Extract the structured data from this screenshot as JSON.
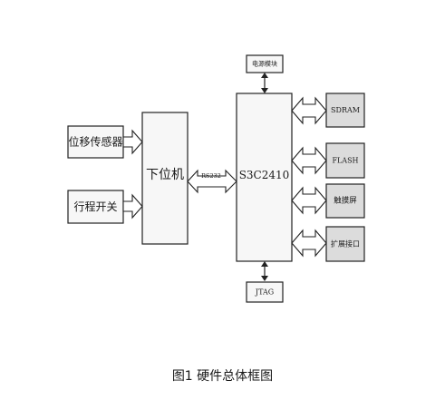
{
  "diagram": {
    "nodes": {
      "power": {
        "label": "电源模块"
      },
      "cpu": {
        "label": "S3C2410"
      },
      "jtag": {
        "label": "JTAG"
      },
      "lower": {
        "label": "下位机"
      },
      "pos_sensor": {
        "label": "位移传感器"
      },
      "limit_switch": {
        "label": "行程开关"
      },
      "sdram": {
        "label": "SDRAM"
      },
      "flash": {
        "label": "FLASH"
      },
      "touch": {
        "label": "触摸屏"
      },
      "ext": {
        "label": "扩展接口"
      }
    },
    "links": {
      "rs232": {
        "label": "RS232"
      }
    }
  },
  "caption": "图1 硬件总体框图"
}
